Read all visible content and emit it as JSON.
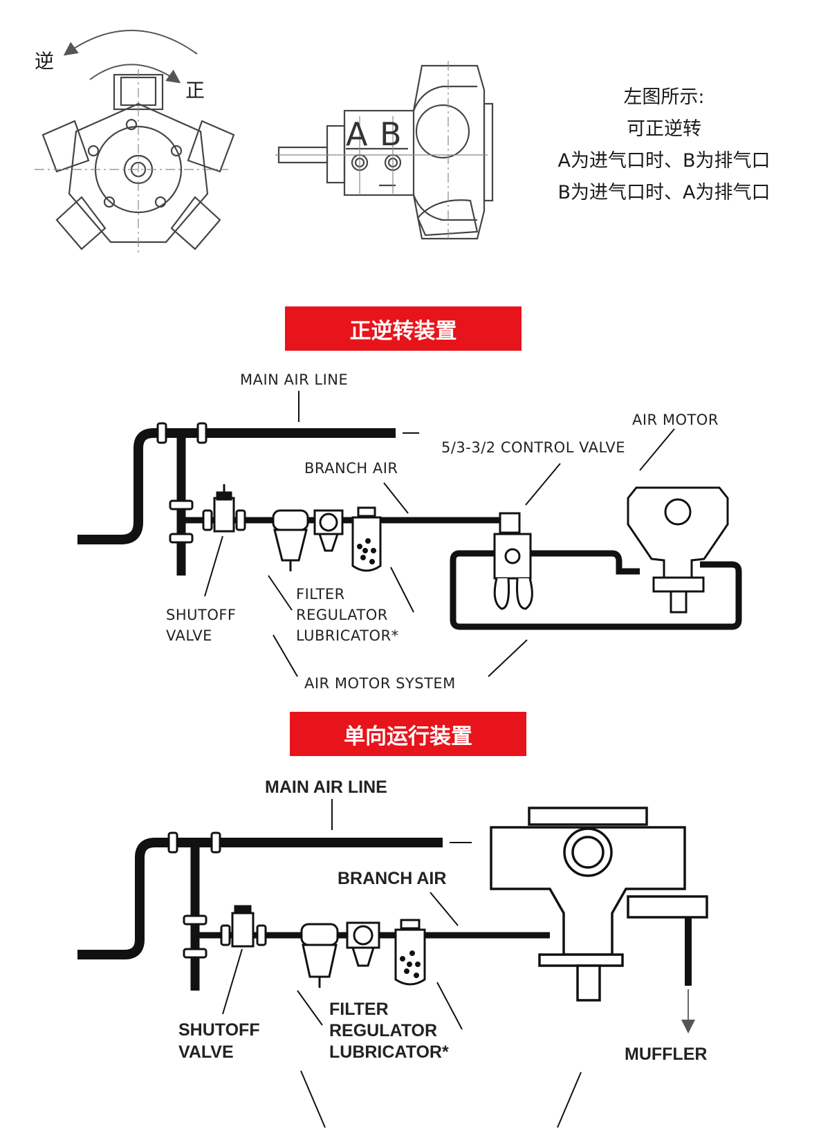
{
  "top": {
    "dir_reverse": "逆",
    "dir_forward": "正",
    "port_a": "A",
    "port_b": "B",
    "note_lines": [
      "左图所示:",
      "可正逆转",
      "A为进气口时、B为排气口",
      "B为进气口时、A为排气口"
    ]
  },
  "section1": {
    "banner": "正逆转装置",
    "labels": {
      "main_air_line": "MAIN AIR LINE",
      "air_motor": "AIR MOTOR",
      "control_valve": "5/3-3/2 CONTROL VALVE",
      "branch_air": "BRANCH AIR",
      "filter": "FILTER",
      "regulator": "REGULATOR",
      "lubricator": "LUBRICATOR*",
      "shutoff": "SHUTOFF",
      "valve": "VALVE",
      "system": "AIR MOTOR SYSTEM"
    }
  },
  "section2": {
    "banner": "单向运行装置",
    "labels": {
      "main_air_line": "MAIN AIR LINE",
      "branch_air": "BRANCH AIR",
      "filter": "FILTER",
      "regulator": "REGULATOR",
      "lubricator": "LUBRICATOR*",
      "shutoff": "SHUTOFF",
      "valve": "VALVE",
      "muffler": "MUFFLER"
    }
  },
  "colors": {
    "banner": "#e8141b",
    "line": "#111111"
  }
}
